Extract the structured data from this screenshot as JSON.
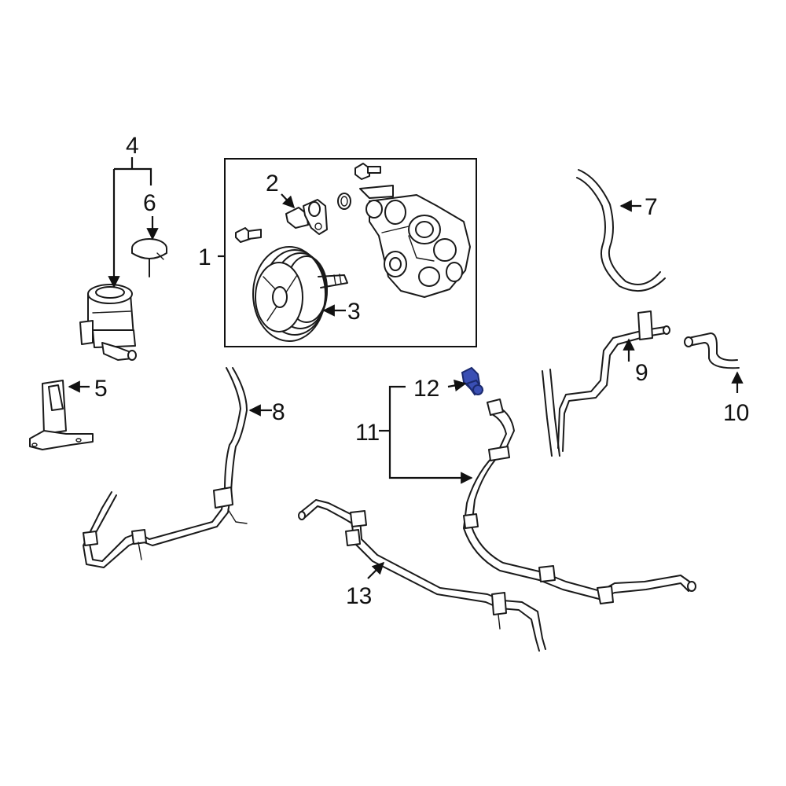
{
  "callouts": {
    "c1": "1",
    "c2": "2",
    "c3": "3",
    "c4": "4",
    "c5": "5",
    "c6": "6",
    "c7": "7",
    "c8": "8",
    "c9": "9",
    "c10": "10",
    "c11": "11",
    "c12": "12",
    "c13": "13"
  },
  "colors": {
    "highlight": "#3a4fb4",
    "line": "#1a1a1a",
    "background": "#ffffff"
  }
}
